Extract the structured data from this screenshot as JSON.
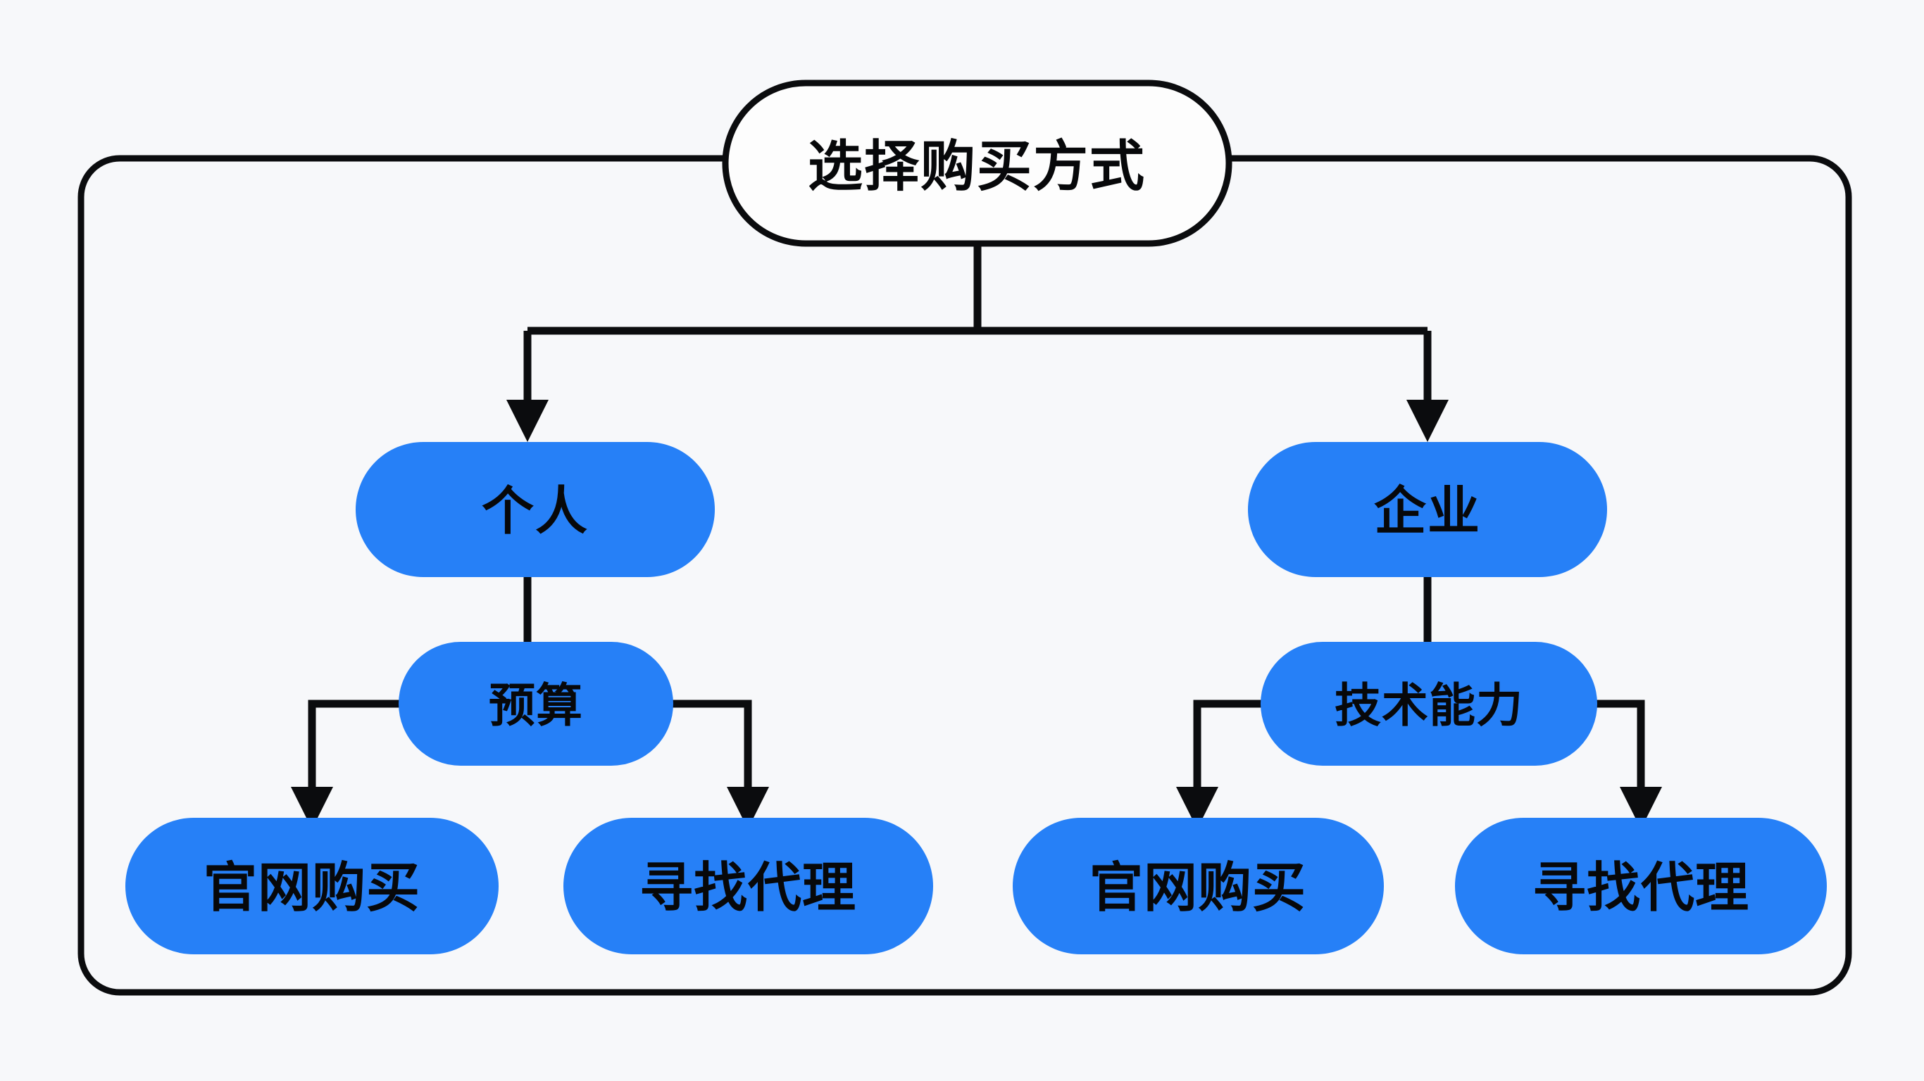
{
  "diagram": {
    "title_node": {
      "label": "选择购买方式"
    },
    "container": {
      "label": ""
    },
    "colors": {
      "node_fill": "#2680f7",
      "root_fill": "#fdfdfd",
      "stroke": "#0b0c0e",
      "text": "#07080a",
      "background": "#f7f8fa"
    },
    "nodes": [
      {
        "id": "root",
        "label": "选择购买方式",
        "shape": "stadium",
        "style": "white"
      },
      {
        "id": "individual",
        "label": "个人",
        "shape": "stadium",
        "style": "blue"
      },
      {
        "id": "enterprise",
        "label": "企业",
        "shape": "stadium",
        "style": "blue"
      },
      {
        "id": "budget",
        "label": "预算",
        "shape": "stadium",
        "style": "blue"
      },
      {
        "id": "tech",
        "label": "技术能力",
        "shape": "stadium",
        "style": "blue"
      },
      {
        "id": "official-l",
        "label": "官网购买",
        "shape": "stadium",
        "style": "blue"
      },
      {
        "id": "agent-l",
        "label": "寻找代理",
        "shape": "stadium",
        "style": "blue"
      },
      {
        "id": "official-r",
        "label": "官网购买",
        "shape": "stadium",
        "style": "blue"
      },
      {
        "id": "agent-r",
        "label": "寻找代理",
        "shape": "stadium",
        "style": "blue"
      }
    ],
    "edges": [
      {
        "from": "root",
        "to": "individual",
        "arrow": true
      },
      {
        "from": "root",
        "to": "enterprise",
        "arrow": true
      },
      {
        "from": "individual",
        "to": "budget",
        "arrow": false
      },
      {
        "from": "enterprise",
        "to": "tech",
        "arrow": false
      },
      {
        "from": "budget",
        "to": "official-l",
        "arrow": true
      },
      {
        "from": "budget",
        "to": "agent-l",
        "arrow": true
      },
      {
        "from": "tech",
        "to": "official-r",
        "arrow": true
      },
      {
        "from": "tech",
        "to": "agent-r",
        "arrow": true
      }
    ]
  }
}
